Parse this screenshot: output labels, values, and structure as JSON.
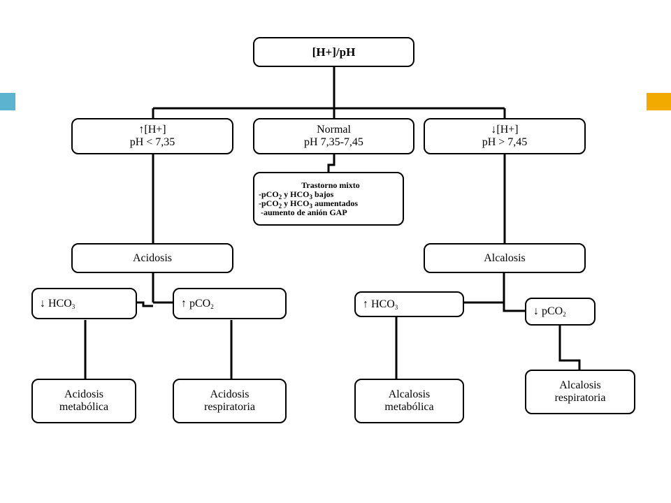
{
  "colors": {
    "accent_left": "#5bb3cf",
    "accent_right": "#f2a900"
  },
  "diagram": {
    "root": "[H+]/pH",
    "high_h": {
      "line1": "↑[H+]",
      "line2": "pH < 7,35"
    },
    "normal": {
      "line1": "Normal",
      "line2": "pH 7,35-7,45"
    },
    "low_h": {
      "line1": "↓[H+]",
      "line2": "pH > 7,45"
    },
    "mixed": {
      "title": "Trastorno mixto",
      "item1_a": "-pCO",
      "item1_b": "2",
      "item1_c": " y HCO",
      "item1_d": "3",
      "item1_e": " bajos",
      "item2_a": "-pCO",
      "item2_b": "2",
      "item2_c": " y HCO",
      "item2_d": "3",
      "item2_e": " aumentados",
      "item3": " -aumento de anión GAP"
    },
    "acidosis": "Acidosis",
    "alcalosis": "Alcalosis",
    "acid_hco3": {
      "arrow": "↓",
      "text": " HCO",
      "sub": "3"
    },
    "acid_pco2": {
      "arrow": "↑",
      "text": " pCO",
      "sub": "2"
    },
    "alk_hco3": {
      "arrow": "↑",
      "text": " HCO",
      "sub": "3"
    },
    "alk_pco2": {
      "arrow": "↓",
      "text": " pCO",
      "sub": "2"
    },
    "acid_metab": {
      "line1": "Acidosis",
      "line2": "metabólica"
    },
    "acid_resp": {
      "line1": "Acidosis",
      "line2": "respiratoria"
    },
    "alk_metab": {
      "line1": "Alcalosis",
      "line2": "metabólica"
    },
    "alk_resp": {
      "line1": "Alcalosis",
      "line2": "respiratoria"
    }
  }
}
